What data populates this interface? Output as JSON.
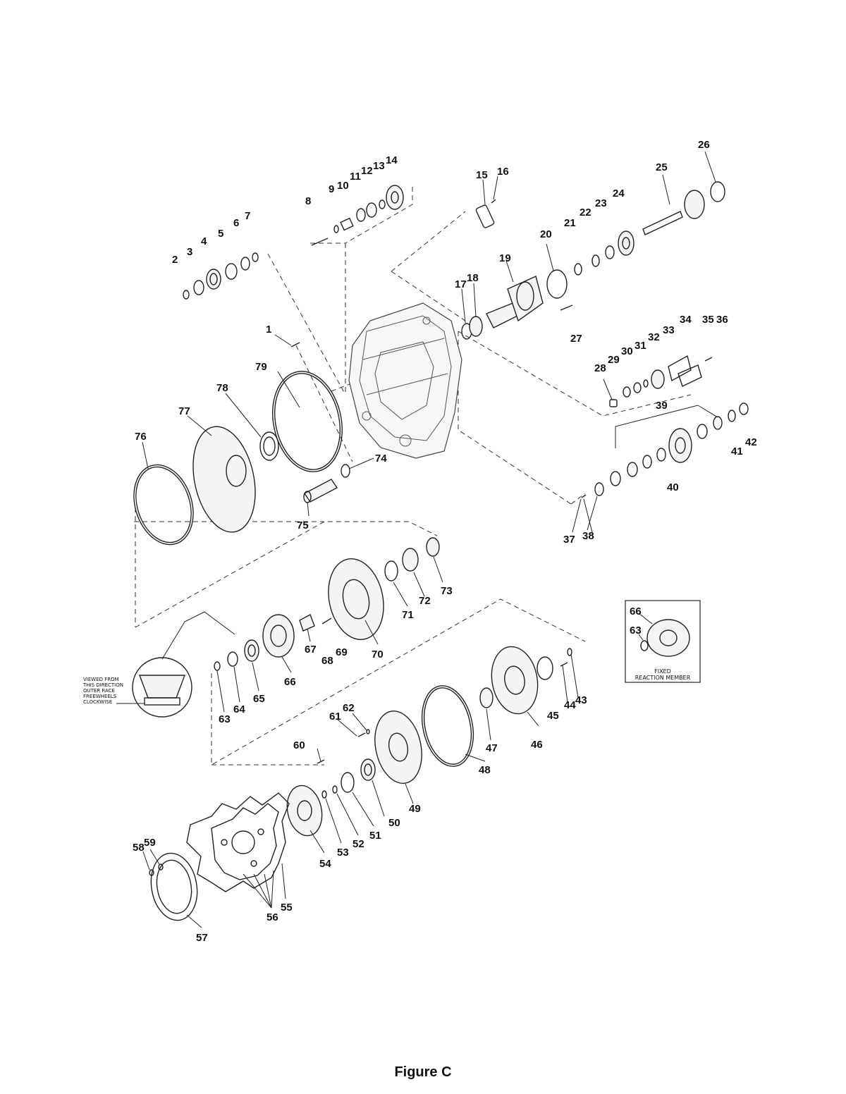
{
  "caption": "Figure C",
  "note_lines": [
    "VIEWED FROM",
    "THIS DIRECTION",
    "OUTER RACE",
    "FREEWHEELS",
    "CLOCKWISE"
  ],
  "inset": {
    "line1": "FIXED",
    "line2": "REACTION  MEMBER",
    "labels": [
      "66",
      "63"
    ]
  },
  "part_labels": [
    "1",
    "2",
    "3",
    "4",
    "5",
    "6",
    "7",
    "8",
    "9",
    "10",
    "11",
    "12",
    "13",
    "14",
    "15",
    "16",
    "17",
    "18",
    "19",
    "20",
    "21",
    "22",
    "23",
    "24",
    "25",
    "26",
    "27",
    "28",
    "29",
    "30",
    "31",
    "32",
    "33",
    "34",
    "35",
    "36",
    "37",
    "38",
    "39",
    "40",
    "41",
    "42",
    "43",
    "44",
    "45",
    "46",
    "47",
    "48",
    "49",
    "50",
    "51",
    "52",
    "53",
    "54",
    "55",
    "56",
    "57",
    "58",
    "59",
    "60",
    "61",
    "62",
    "63",
    "64",
    "65",
    "66",
    "67",
    "68",
    "69",
    "70",
    "71",
    "72",
    "73",
    "74",
    "75",
    "76",
    "77",
    "78",
    "79"
  ]
}
